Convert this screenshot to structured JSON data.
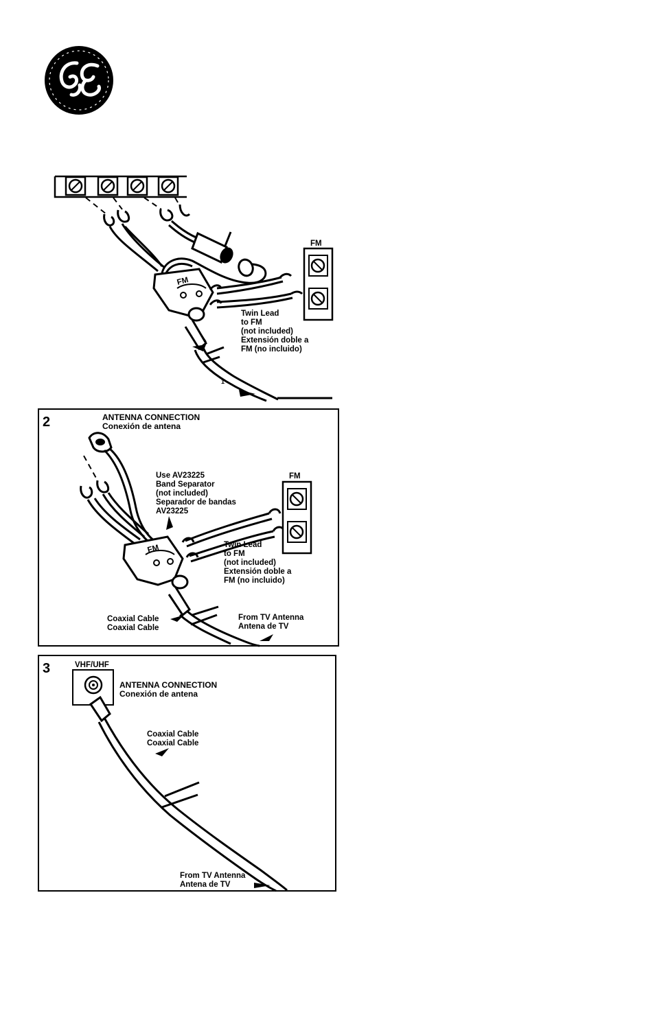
{
  "logo": {
    "text": "GE"
  },
  "panel1": {
    "fm_label": "FM",
    "splitter_label": "FM",
    "twin_lead": [
      "Twin Lead",
      "to FM",
      "(not included)",
      "Extensión doble a",
      "FM (no incluido)"
    ],
    "corner_mark": "1"
  },
  "panel2": {
    "number": "2",
    "title": "ANTENNA CONNECTION",
    "subtitle": "Conexión de antena",
    "band_separator": [
      "Use AV23225",
      "Band Separator",
      "(not included)",
      "Separador de bandas",
      "AV23225"
    ],
    "fm_label": "FM",
    "splitter_label": "FM",
    "twin_lead": [
      "Twin Lead",
      "to FM",
      "(not included)",
      "Extensión doble a",
      "FM (no incluido)"
    ],
    "coaxial": [
      "Coaxial Cable",
      "Coaxial Cable"
    ],
    "from_antenna": [
      "From TV Antenna",
      "Antena de TV"
    ]
  },
  "panel3": {
    "number": "3",
    "jack_label": "VHF/UHF",
    "title": "ANTENNA CONNECTION",
    "subtitle": "Conexión de antena",
    "coaxial": [
      "Coaxial Cable",
      "Coaxial Cable"
    ],
    "from_antenna": [
      "From TV Antenna",
      "Antena de TV"
    ]
  },
  "colors": {
    "ink": "#000000",
    "paper": "#ffffff"
  }
}
